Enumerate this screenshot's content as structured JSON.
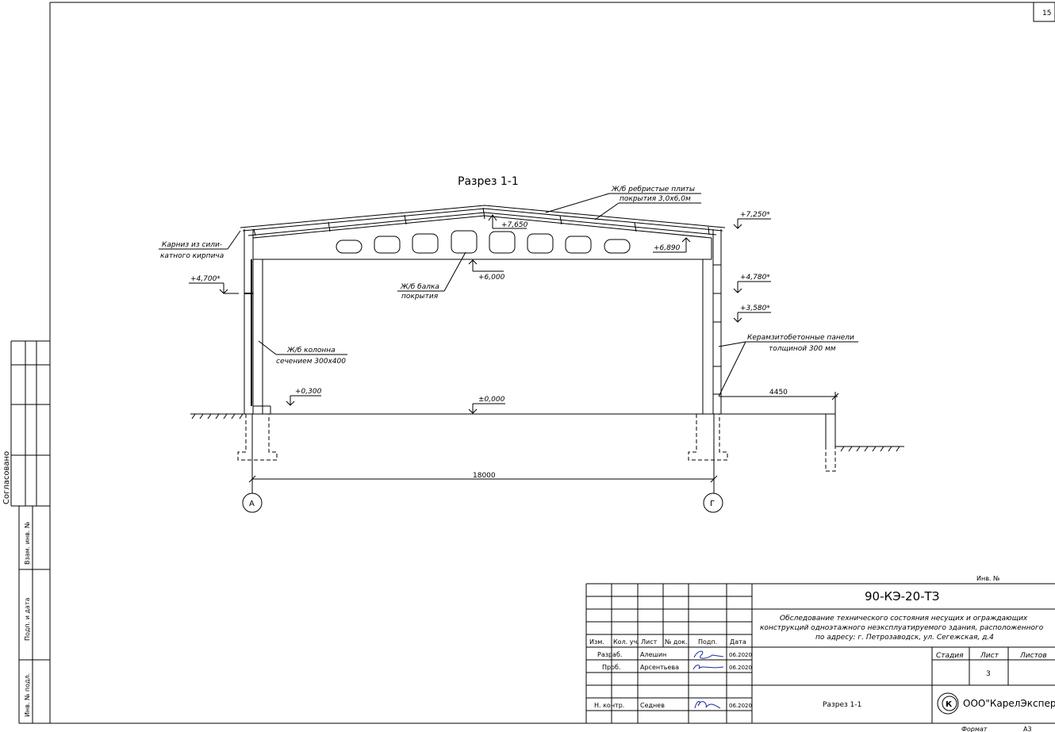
{
  "sheet_number": "15",
  "side_stamp": {
    "agreed": "Согласовано",
    "replaced_inv": "Взам. инв. №",
    "signature_date": "Подп. и дата",
    "original_inv": "Инв. № подл."
  },
  "drawing": {
    "title": "Разрез 1-1",
    "callouts": {
      "roof_slabs_1": "Ж/б ребристые плиты",
      "roof_slabs_2": "покрытия 3,0х6,0м",
      "cornice_1": "Карниз из сили-",
      "cornice_2": "катного кирпича",
      "beam_1": "Ж/б балка",
      "beam_2": "покрытия",
      "column_1": "Ж/б колонна",
      "column_2": "сечением 300х400",
      "panels_1": "Керамзитобетонные панели",
      "panels_2": "толщиной 300 мм"
    },
    "levels": {
      "l7650": "+7,650",
      "l7250": "+7,250*",
      "l6890": "+6,890",
      "l6000": "+6,000",
      "l4700": "+4,700*",
      "l4780": "+4,780*",
      "l3580": "+3,580*",
      "l0300": "+0,300",
      "l0000": "±0,000"
    },
    "dims": {
      "span": "18000",
      "ext": "4450"
    },
    "axes": {
      "left": "А",
      "right": "Г"
    }
  },
  "title_block": {
    "inv_label": "Инв. №",
    "code": "90-КЭ-20-ТЗ",
    "description_1": "Обследование технического состояния несущих и ограждающих",
    "description_2": "конструкций одноэтажного неэксплуатируемого здания, расположенного",
    "description_3": "по адресу: г. Петрозаводск, ул. Сегежская, д.4",
    "headers": {
      "change": "Изм.",
      "count": "Кол. уч.",
      "sheet": "Лист",
      "doc": "№ док.",
      "sign": "Подп.",
      "date": "Дата"
    },
    "rows": {
      "developed_role": "Разраб.",
      "developed_name": "Алешин",
      "developed_date": "06.2020",
      "checked_role": "Проб.",
      "checked_name": "Арсентьева",
      "checked_date": "06.2020",
      "norm_role": "Н. контр.",
      "norm_name": "Седнев",
      "norm_date": "06.2020"
    },
    "stage_label": "Стадия",
    "sheet_label": "Лист",
    "sheets_label": "Листов",
    "sheet_value": "3",
    "sheet_name": "Разрез 1-1",
    "company": "ООО\"КарелЭксперт\"",
    "format_label": "Формат",
    "format_value": "А3"
  }
}
